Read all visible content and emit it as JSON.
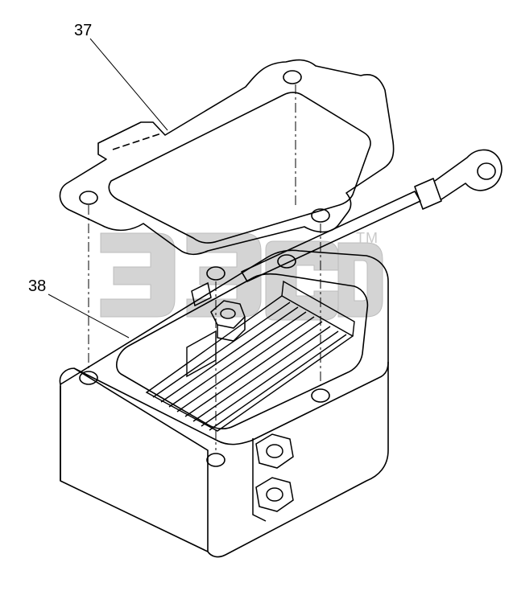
{
  "callouts": {
    "part_37": "37",
    "part_38": "38"
  },
  "watermark": {
    "trademark": "TM"
  },
  "colors": {
    "line": "#000000",
    "watermark": "#cfcfcf",
    "background": "#ffffff"
  }
}
